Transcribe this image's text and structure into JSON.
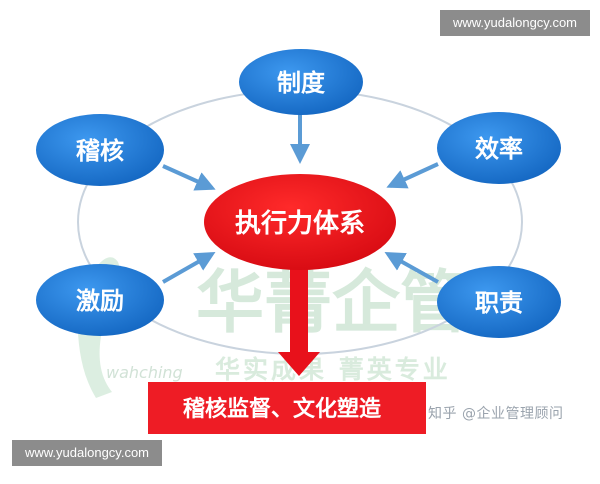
{
  "watermark_url_top": "www.yudalongcy.com",
  "watermark_url_bottom": "www.yudalongcy.com",
  "center": {
    "label": "执行力体系"
  },
  "nodes": {
    "top": {
      "label": "制度"
    },
    "left_upper": {
      "label": "稽核"
    },
    "right_upper": {
      "label": "效率"
    },
    "left_lower": {
      "label": "激励"
    },
    "right_lower": {
      "label": "职责"
    }
  },
  "result_banner": {
    "label": "稽核监督、文化塑造"
  },
  "background_watermark": {
    "brand": "华菁企管",
    "latin": "wahching",
    "slogan": "华实成果 菁英专业"
  },
  "credit": "知乎 @企业管理顾问",
  "colors": {
    "node_blue": "#1e7ddd",
    "center_red": "#e8111b",
    "banner_red": "#ee1c25",
    "arrow_blue": "#5b9bd5",
    "watermark_green": "#cfe6d5"
  }
}
